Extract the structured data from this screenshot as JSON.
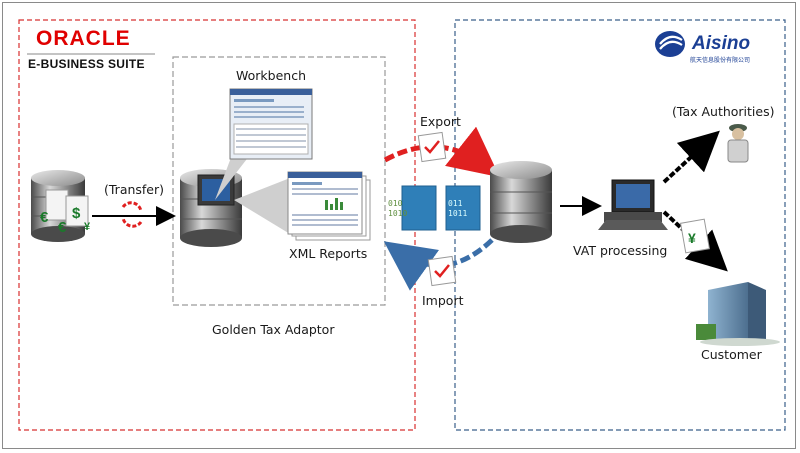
{
  "logos": {
    "oracle": "ORACLE",
    "ebs": "E-BUSINESS SUITE",
    "aisino": "Aisino",
    "aisino_sub": "航天信息股份有限公司"
  },
  "labels": {
    "workbench": "Workbench",
    "transfer": "(Transfer)",
    "xml_reports": "XML Reports",
    "golden_tax_adaptor": "Golden Tax Adaptor",
    "export": "Export",
    "import": "Import",
    "vat_processing": "VAT processing",
    "tax_authorities": "(Tax Authorities)",
    "customer": "Customer"
  },
  "colors": {
    "oracle_red": "#e00000",
    "aisino_blue": "#1b3f94",
    "left_boundary": "#d83030",
    "right_boundary": "#3a5f8a",
    "adaptor_boundary": "#9a9a9a",
    "export_arrow": "#e02020",
    "import_arrow": "#3a6ea8"
  },
  "icons": {
    "source_db": "database-money-icon",
    "adaptor_db": "database-computer-icon",
    "aisino_db": "database-icon",
    "vat_computer": "computer-icon",
    "tax_authority": "officer-icon",
    "customer": "building-icon"
  }
}
